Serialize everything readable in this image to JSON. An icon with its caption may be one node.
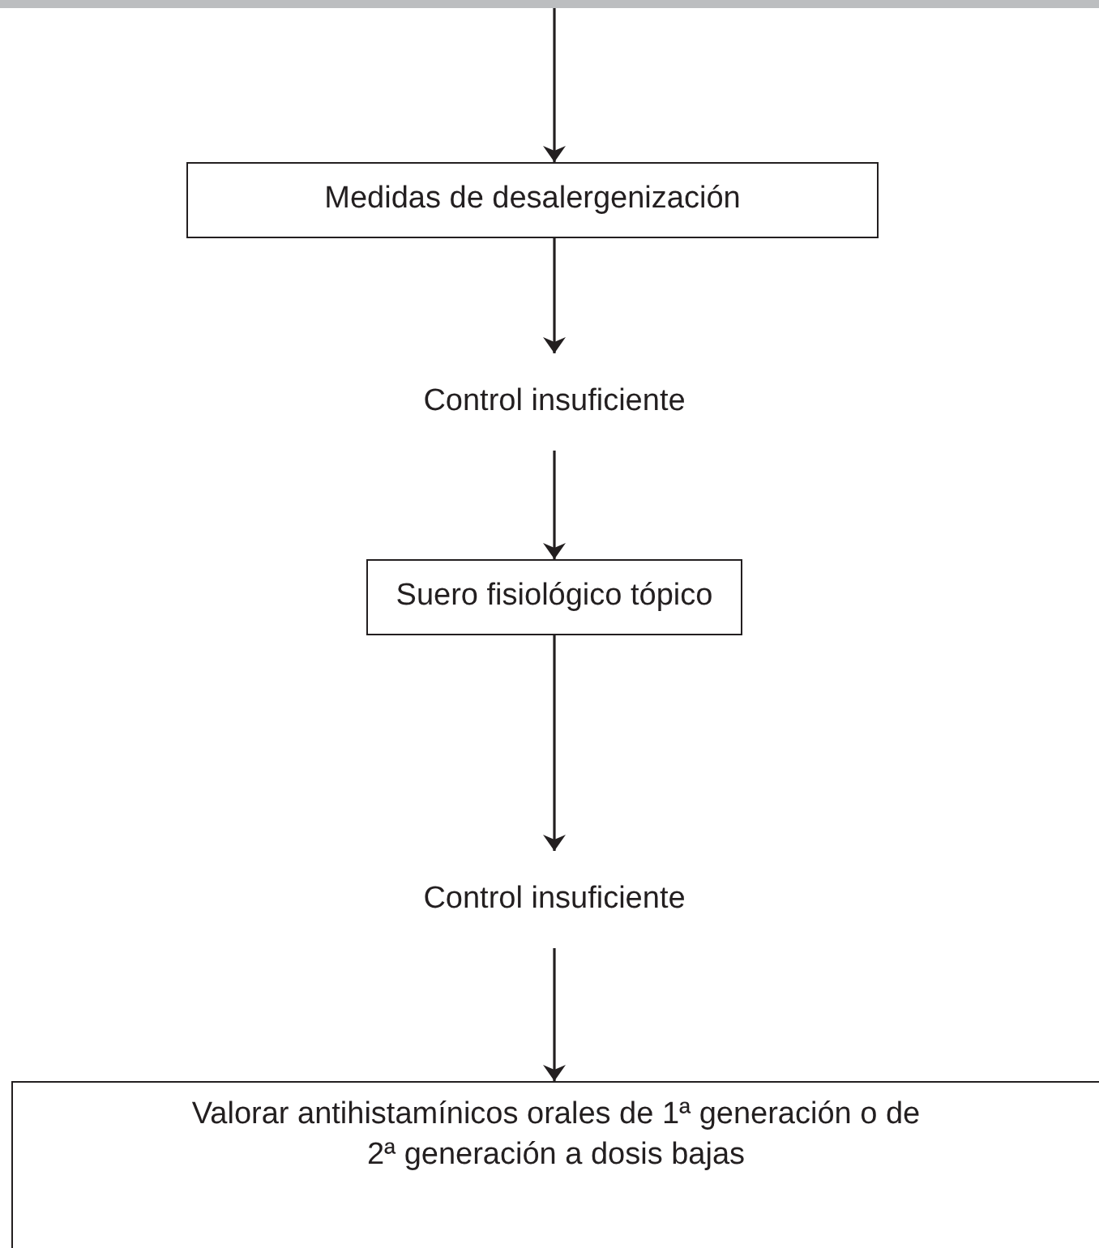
{
  "diagram": {
    "nodes": [
      {
        "text": [
          "Medidas de desalergenización"
        ]
      },
      {
        "text": [
          "Control insuficiente"
        ]
      },
      {
        "text": [
          "Suero fisiológico tópico"
        ]
      },
      {
        "text": [
          "Control insuficiente"
        ]
      },
      {
        "text": [
          "Valorar antihistamínicos orales de 1ª generación o de 2ª generación a dosis bajas"
        ]
      }
    ],
    "edges": [
      {
        "from": null,
        "to": 0,
        "arrow": "to"
      },
      {
        "from": 0,
        "to": 1,
        "arrow": "to"
      },
      {
        "from": 1,
        "to": 2,
        "arrow": "to"
      },
      {
        "from": 2,
        "to": 3,
        "arrow": "to"
      },
      {
        "from": 3,
        "to": 4,
        "arrow": "to"
      }
    ]
  }
}
